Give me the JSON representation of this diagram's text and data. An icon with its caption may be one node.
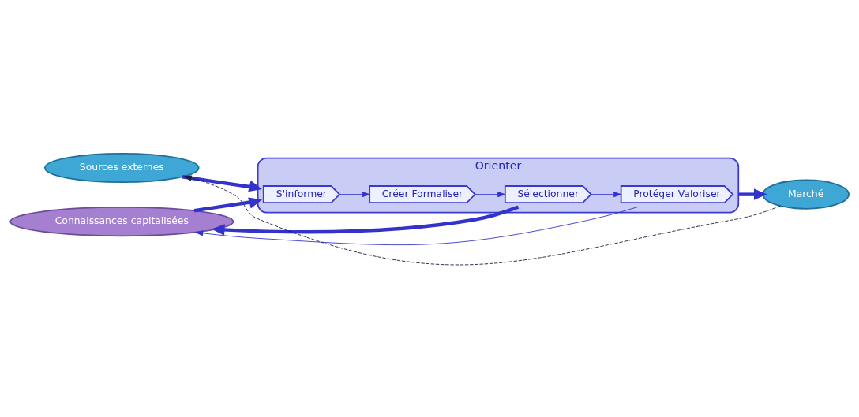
{
  "diagram": {
    "nodes": [
      {
        "text": [
          "Sources externes"
        ]
      },
      {
        "text": [
          "Orienter"
        ]
      },
      {
        "text": [
          "S'informer"
        ],
        "in": 1
      },
      {
        "text": [
          "Créer Formaliser"
        ],
        "in": 1
      },
      {
        "text": [
          "Sélectionner"
        ],
        "in": 1
      },
      {
        "text": [
          "Protéger Valoriser"
        ],
        "in": 1
      },
      {
        "text": [
          "Marché"
        ]
      },
      {
        "text": [
          "Connaissances capitalisées"
        ]
      }
    ],
    "edges": [
      {
        "from": 0,
        "to": 1,
        "arrow": "to",
        "style": "thick"
      },
      {
        "from": 7,
        "to": 1,
        "arrow": "to",
        "style": "thick"
      },
      {
        "from": 2,
        "to": 3,
        "arrow": "to"
      },
      {
        "from": 3,
        "to": 4,
        "arrow": "to"
      },
      {
        "from": 4,
        "to": 5,
        "arrow": "to"
      },
      {
        "from": 1,
        "to": 6,
        "arrow": "to",
        "style": "thick"
      },
      {
        "from": 6,
        "to": 0,
        "arrow": "to",
        "style": "dashed",
        "color": "#1a1a3a"
      },
      {
        "from": 4,
        "to": 7,
        "arrow": "to",
        "style": "thick"
      },
      {
        "from": 5,
        "to": 7,
        "arrow": "to"
      }
    ]
  }
}
